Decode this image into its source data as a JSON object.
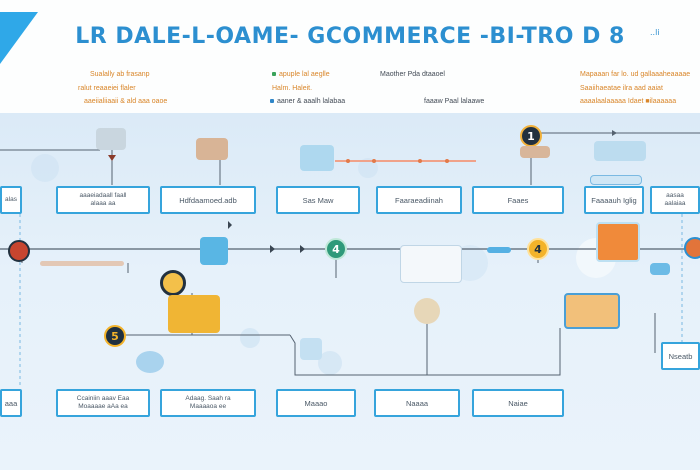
{
  "header": {
    "title": "LR DALE-L-OAME- GCOMMERCE -BI-TRO D 8",
    "title_suffix": "..li",
    "left_col": [
      "Sualally ab frasanp",
      "ralut reaaeiei flaler",
      "aaeiialiiaaii & ald aaa oaoe"
    ],
    "mid_col": [
      "apuple lal aeglle",
      "Halm. Haleit.",
      "aaner & aaalh lalabaa"
    ],
    "mid2_col": [
      "Maother Pda dtaaoel",
      "",
      "faaaw Paal lalaawe"
    ],
    "right_col": [
      "Mapaaan far lo. ud gallaaaheaaaae",
      "Saaiihaeatae ilra aad aaiat",
      "aaaalaalaaaaa Idaet ■ilaaaaaa"
    ],
    "colors": {
      "title": "#2c8fd0",
      "accent": "#d9862a",
      "node_border": "#36a4dc"
    }
  },
  "diagram": {
    "nodes_top": [
      "alas",
      "aaaeiadaall faall\nalaaa aa",
      "Hdfdaamoed.adb",
      "Sas Maw",
      "Faaraeadiinah",
      "Faaes",
      "Faaaauh Iglig",
      "aasaa\naalaiaa"
    ],
    "nodes_bottom": [
      "aaa",
      "Ccainiin aaav Eaa\nMoaaaae aAa ea",
      "Adaag. Saah ra\nMaaaaoa ee",
      "Maaao",
      "Naaaa",
      "Naiae"
    ],
    "node_right_mid": "Nseatb",
    "badges": [
      "1",
      "4",
      "4",
      "5"
    ],
    "icons": [
      "chat-bubble-icon",
      "cloud-icon",
      "package-icon",
      "document-icon",
      "bar-chart-icon",
      "shopping-bag-icon",
      "gear-icon"
    ]
  }
}
